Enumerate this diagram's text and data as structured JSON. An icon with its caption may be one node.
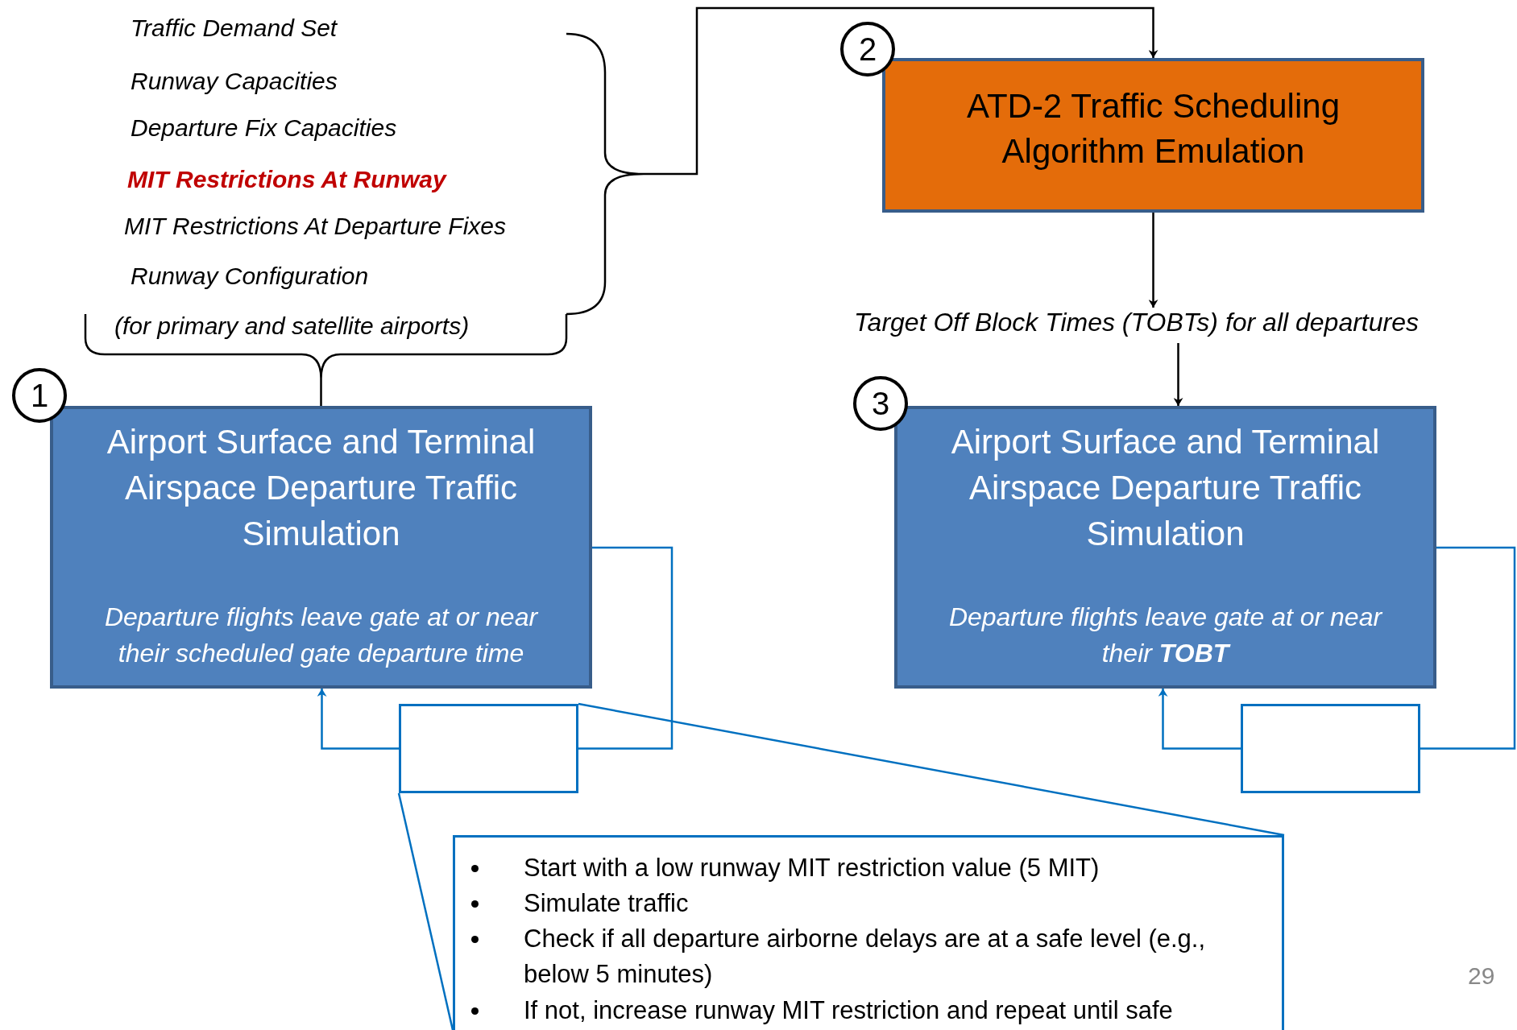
{
  "diagram": {
    "nodes": [
      {
        "text": [
          "Traffic Demand Set",
          "Runway Capacities",
          "Departure Fix Capacities",
          "MIT Restrictions At Runway",
          "MIT Restrictions At Departure Fixes",
          "Runway Configuration",
          "(for primary and satellite airports)"
        ]
      },
      {
        "text": [
          "Airport Surface and Terminal Airspace Departure Traffic Simulation",
          "Departure flights leave gate at or near their scheduled gate departure time"
        ],
        "beside": [
          "1"
        ]
      },
      {
        "text": [
          "ATD-2 Traffic Scheduling Algorithm Emulation"
        ],
        "beside": [
          "2"
        ]
      },
      {
        "text": [
          "Target Off Block Times (TOBTs) for all departures"
        ]
      },
      {
        "text": [
          "Airport Surface and Terminal Airspace Departure Traffic Simulation",
          "Departure flights leave gate at or near their **TOBT**"
        ],
        "beside": [
          "3"
        ]
      },
      {
        "text": [],
        "shape": "box"
      },
      {
        "text": [],
        "shape": "box"
      },
      {
        "text": [
          "Start with a low runway MIT restriction value (5 MIT)",
          "Simulate traffic",
          "Check if all departure airborne delays are at a safe level (e.g., below 5 minutes)",
          "If not, increase runway MIT restriction and repeat until safe"
        ]
      }
    ],
    "edges": [
      {
        "from": 0,
        "to": 2,
        "arrow": "to",
        "color": "#000000"
      },
      {
        "from": 0,
        "to": 1,
        "arrow": "none",
        "color": "#000000"
      },
      {
        "from": 2,
        "to": 3,
        "arrow": "to",
        "color": "#000000"
      },
      {
        "from": 3,
        "to": 4,
        "arrow": "to",
        "color": "#000000"
      },
      {
        "from": 1,
        "to": 5,
        "arrow": "none"
      },
      {
        "from": 5,
        "to": 1,
        "arrow": "to"
      },
      {
        "from": 4,
        "to": 6,
        "arrow": "none"
      },
      {
        "from": 6,
        "to": 4,
        "arrow": "to"
      },
      {
        "from": 5,
        "to": 7,
        "arrow": "none"
      },
      {
        "from": 5,
        "to": 7,
        "arrow": "none"
      }
    ],
    "labels": [
      "29"
    ]
  }
}
